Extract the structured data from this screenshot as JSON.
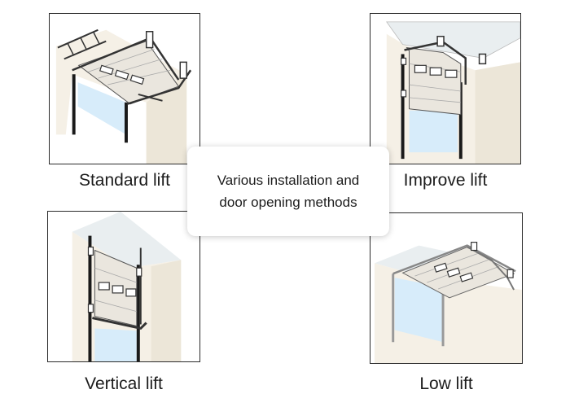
{
  "panels": [
    {
      "id": "standard",
      "caption": "Standard lift",
      "image": "standard-lift-garage-door-illustration"
    },
    {
      "id": "improve",
      "caption": "Improve lift",
      "image": "improve-lift-garage-door-illustration"
    },
    {
      "id": "vertical",
      "caption": "Vertical lift",
      "image": "vertical-lift-garage-door-illustration"
    },
    {
      "id": "low",
      "caption": "Low lift",
      "image": "low-lift-garage-door-illustration"
    }
  ],
  "center_text": {
    "line1": "Various installation and",
    "line2": "door opening methods"
  }
}
